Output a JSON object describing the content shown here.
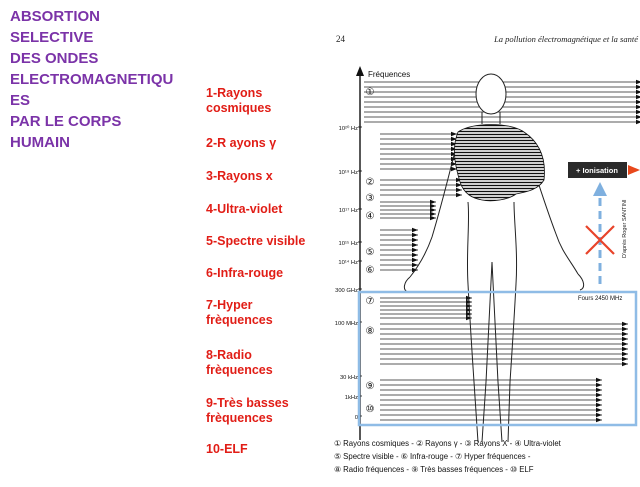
{
  "title": {
    "lines": [
      "ABSORTION",
      "SELECTIVE",
      "DES ONDES",
      "ELECTROMAGNETIQU",
      "ES",
      "PAR LE CORPS",
      "HUMAIN"
    ]
  },
  "legend": {
    "items": [
      "1-Rayons\ncosmiques",
      "2-R ayons γ",
      "3-Rayons x",
      "4-Ultra-violet",
      "5-Spectre visible",
      "6-Infra-rouge",
      "7-Hyper\nfrèquences",
      "8-Radio\nfrèquences",
      "9-Très basses\nfrèquences",
      "10-ELF"
    ]
  },
  "figure": {
    "page_number": "24",
    "header": "La pollution électromagnétique et la santé",
    "axis_label": "Fréquences",
    "freq_labels": [
      "10²⁰ Hz",
      "10¹⁹ Hz",
      "10¹⁷ Hz",
      "10¹⁵ Hz",
      "10¹⁴ Hz",
      "300 GHz",
      "100 MHz",
      "30 kHz",
      "1kHz",
      "0"
    ],
    "band_numbers": [
      "①",
      "②",
      "③",
      "④",
      "⑤",
      "⑥",
      "⑦",
      "⑧",
      "⑨",
      "⑩"
    ],
    "ionisation_label": "+ Ionisation",
    "credit": "D'après Roger SANTINI",
    "fours_label": "Fours 2450 MHz",
    "caption_lines": [
      "① Rayons cosmiques - ② Rayons γ - ③ Rayons X - ④ Ultra-violet",
      "⑤ Spectre visible - ⑥ Infra-rouge - ⑦ Hyper fréquences -",
      "⑧ Radio fréquences - ⑨ Très basses fréquences - ⑩ ELF"
    ],
    "colors": {
      "ionisation_bg": "#2a2a2a",
      "ionisation_arrow": "#e8481c",
      "highlight_box": "#8fbce6",
      "cross": "#e8432a",
      "dashed_arrow": "#7fb0df"
    }
  }
}
